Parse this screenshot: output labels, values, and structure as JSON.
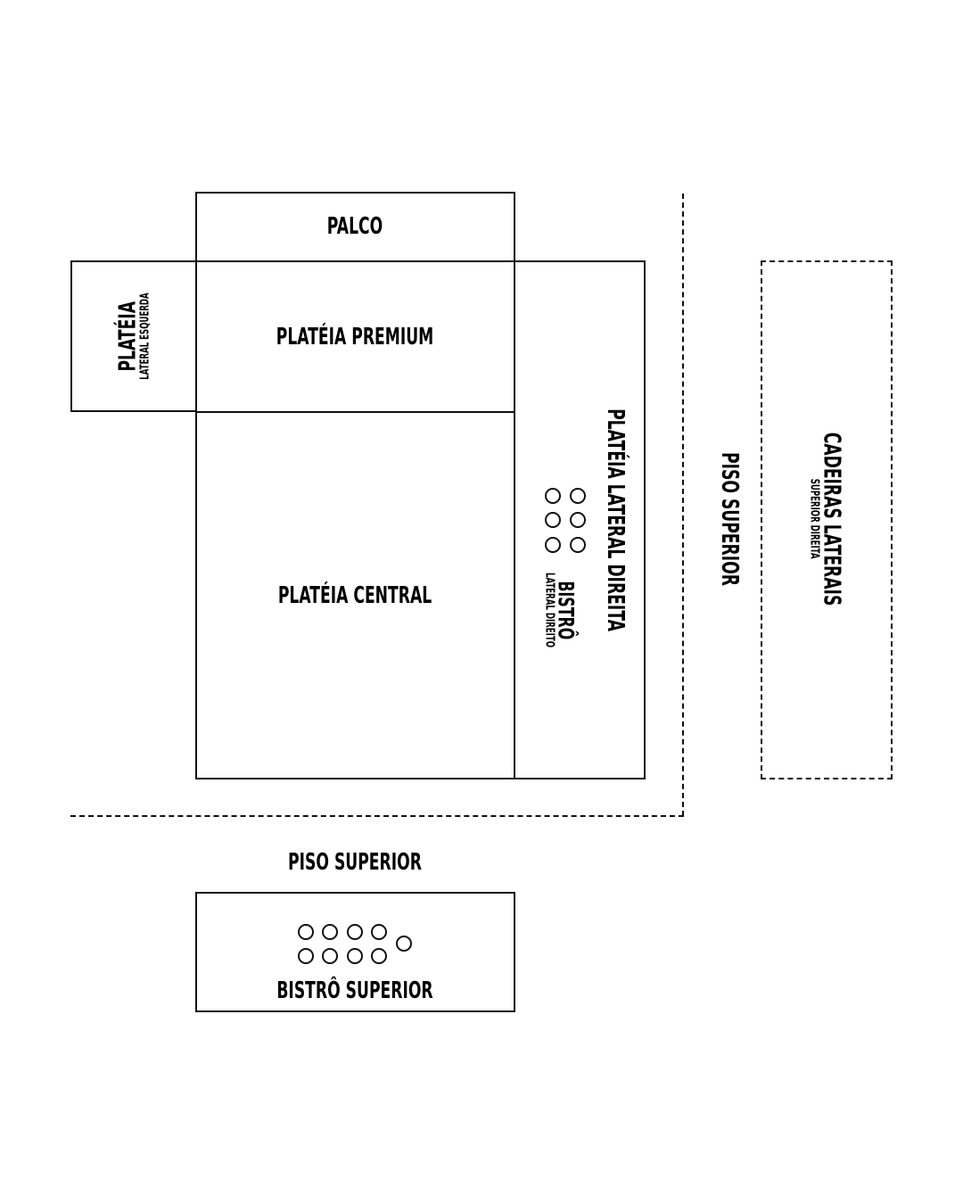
{
  "sections": {
    "palco": "PALCO",
    "plateia_lateral_esquerda": {
      "title": "PLATÉIA",
      "subtitle": "LATERAL ESQUERDA"
    },
    "plateia_premium": "PLATÉIA PREMIUM",
    "plateia_central": "PLATÉIA CENTRAL",
    "plateia_lateral_direita": "PLATÉIA LATERAL DIREITA",
    "bistro_lateral_direito": {
      "title": "BISTRÔ",
      "subtitle": "LATERAL DIREITO"
    },
    "piso_superior_vertical": "PISO SUPERIOR",
    "cadeiras_laterais": {
      "title": "CADEIRAS LATERAIS",
      "subtitle": "SUPERIOR DIREITA"
    },
    "piso_superior_horizontal": "PISO SUPERIOR",
    "bistro_superior": "BISTRÔ SUPERIOR"
  },
  "colors": {
    "line": "#111111",
    "background": "#ffffff"
  }
}
